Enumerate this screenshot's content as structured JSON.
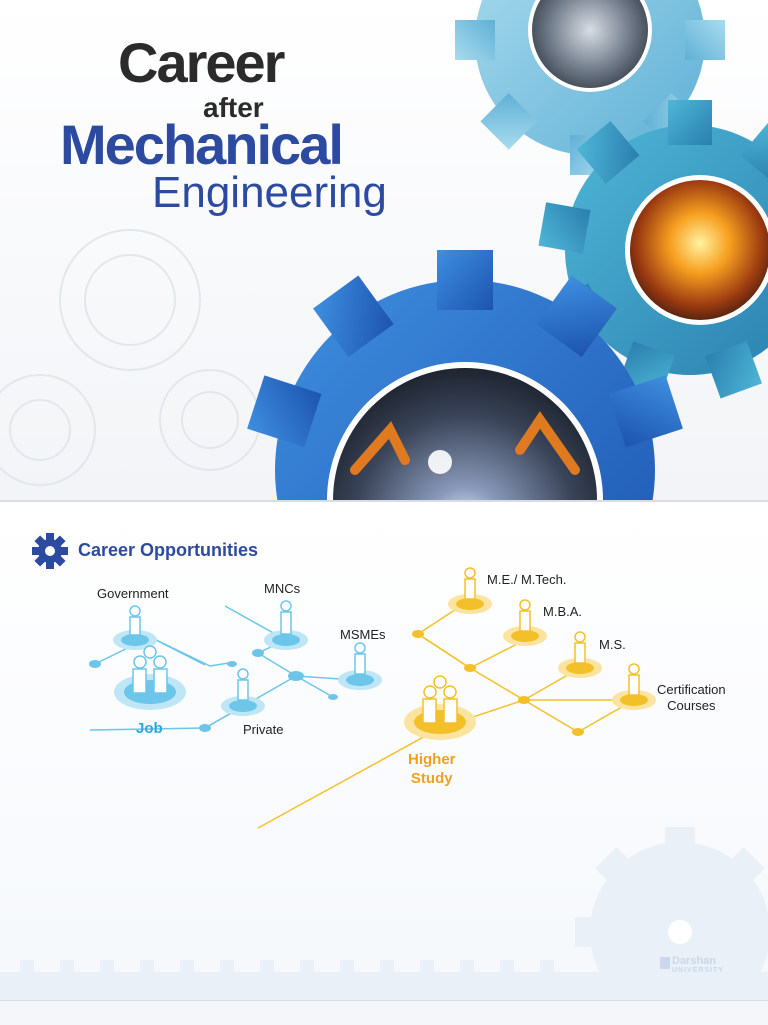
{
  "cover": {
    "title_career": "Career",
    "title_after": "after",
    "title_mechanical": "Mechanical",
    "title_engineering": "Engineering"
  },
  "section": {
    "title": "Career Opportunities"
  },
  "job": {
    "label": "Job",
    "government": "Government",
    "mncs": "MNCs",
    "msmes": "MSMEs",
    "private": "Private"
  },
  "higher_study": {
    "label_line1": "Higher",
    "label_line2": "Study",
    "me_mtech": "M.E./ M.Tech.",
    "mba": "M.B.A.",
    "ms": "M.S.",
    "cert_line1": "Certification",
    "cert_line2": "Courses"
  },
  "brand": {
    "name": "Darshan",
    "sub": "UNIVERSITY"
  },
  "colors": {
    "navy": "#2c4aa0",
    "job_blue": "#2aa8e0",
    "study_gold": "#f0b820",
    "gear_blue": "#2a6fc9",
    "gear_teal": "#3aa0c4",
    "gear_light": "#7fc3de"
  }
}
